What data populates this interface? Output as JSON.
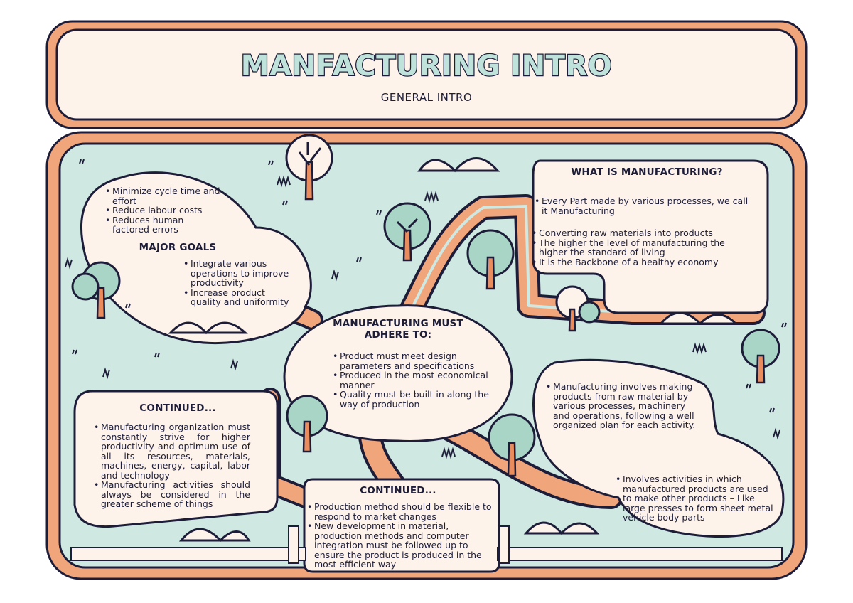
{
  "header": {
    "title": "MANFACTURING INTRO",
    "subtitle": "GENERAL INTRO"
  },
  "colors": {
    "outline": "#1d1d3a",
    "path_orange": "#f0a57a",
    "lawn": "#cfe8e2",
    "cream": "#fdf3eb",
    "tree_green": "#a9d5c7",
    "trunk": "#e98c5e"
  },
  "major_goals": {
    "top_items": [
      "Minimize cycle time and effort",
      "Reduce labour costs",
      "Reduces human factored errors"
    ],
    "heading": "MAJOR GOALS",
    "bottom_items": [
      "Integrate various operations to improve productivity",
      "Increase product quality and uniformity"
    ]
  },
  "what_is": {
    "heading": "WHAT IS MANUFACTURING?",
    "item1": "Every Part made by various processes, we call it Manufacturing",
    "items": [
      "Converting raw materials into products",
      "The higher the level of manufacturing the higher the standard of living",
      "It is the Backbone of a healthy economy"
    ]
  },
  "adhere": {
    "heading": "MANUFACTURING MUST ADHERE TO:",
    "items": [
      "Product must meet design parameters and specifications",
      "Produced in the most economical manner",
      "Quality must be built in along the way of production"
    ]
  },
  "involves": {
    "item1": "Manufacturing involves making products from raw material by various processes, machinery and operations, following a well organized plan for each activity.",
    "item2": "Involves activities in which manufactured products are used to make other products – Like large presses to form sheet metal vehicle body parts"
  },
  "continued_left": {
    "heading": "CONTINUED...",
    "items": [
      "Manufacturing organization must constantly strive for higher productivity and optimum use of all its resources, materials, machines, energy, capital, labor and technology",
      "Manufacturing activities should always be considered in the greater scheme of things"
    ]
  },
  "continued_bottom": {
    "heading": "CONTINUED...",
    "items": [
      "Production method should be flexible to respond to market changes",
      "New development in material, production methods and computer integration must be followed up to ensure the product is produced in the most efficient way"
    ]
  }
}
